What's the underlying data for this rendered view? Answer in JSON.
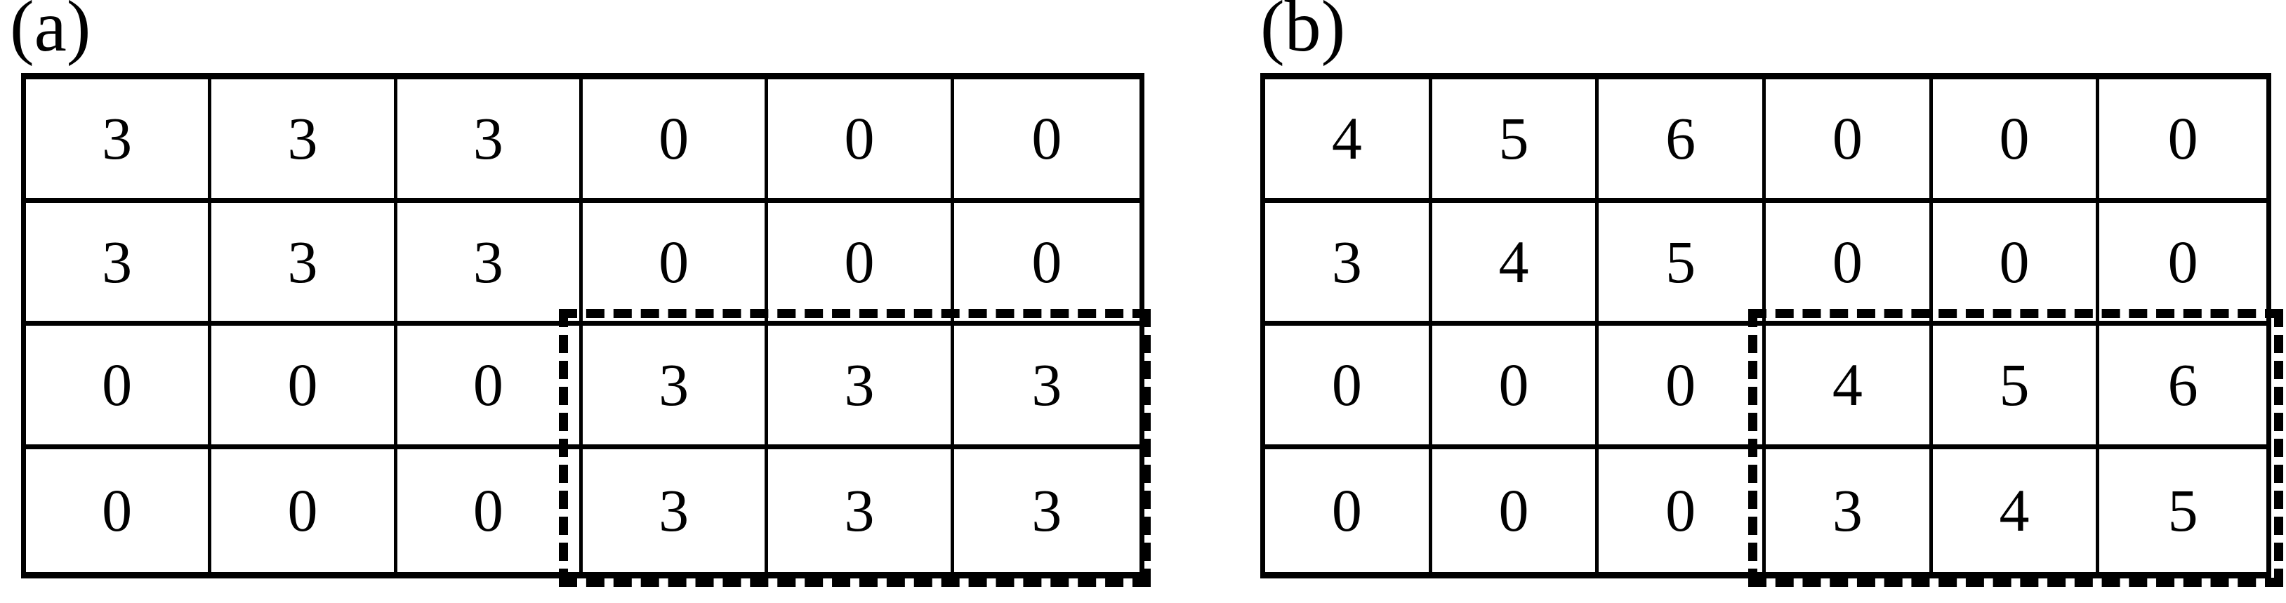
{
  "figure": {
    "background_color": "#ffffff",
    "line_color": "#000000"
  },
  "panels": [
    {
      "label": "(a)",
      "rows": [
        [
          "3",
          "3",
          "3",
          "0",
          "0",
          "0"
        ],
        [
          "3",
          "3",
          "3",
          "0",
          "0",
          "0"
        ],
        [
          "0",
          "0",
          "0",
          "3",
          "3",
          "3"
        ],
        [
          "0",
          "0",
          "0",
          "3",
          "3",
          "3"
        ]
      ],
      "highlight": {
        "style": "dashed",
        "color": "#000000",
        "covers_rows": "3-4",
        "covers_columns": "4-6"
      }
    },
    {
      "label": "(b)",
      "rows": [
        [
          "4",
          "5",
          "6",
          "0",
          "0",
          "0"
        ],
        [
          "3",
          "4",
          "5",
          "0",
          "0",
          "0"
        ],
        [
          "0",
          "0",
          "0",
          "4",
          "5",
          "6"
        ],
        [
          "0",
          "0",
          "0",
          "3",
          "4",
          "5"
        ]
      ],
      "highlight": {
        "style": "dashed",
        "color": "#000000",
        "covers_rows": "3-4",
        "covers_columns": "4-6"
      }
    }
  ]
}
